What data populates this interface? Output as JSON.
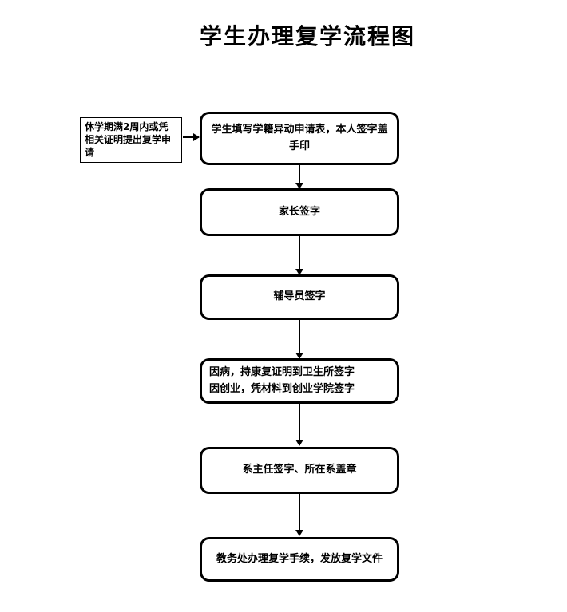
{
  "title": "学生办理复学流程图",
  "side_note": {
    "text": "休学期满2周内或凭相关证明提出复学申请"
  },
  "steps": [
    {
      "label": "学生填写学籍异动申请表，本人签字盖手印"
    },
    {
      "label": "家长签字"
    },
    {
      "label": "辅导员签字"
    },
    {
      "label": "因病，持康复证明到卫生所签字\n因创业，凭材料到创业学院签字"
    },
    {
      "label": "系主任签字、所在系盖章"
    },
    {
      "label": "教务处办理复学手续，发放复学文件"
    }
  ]
}
